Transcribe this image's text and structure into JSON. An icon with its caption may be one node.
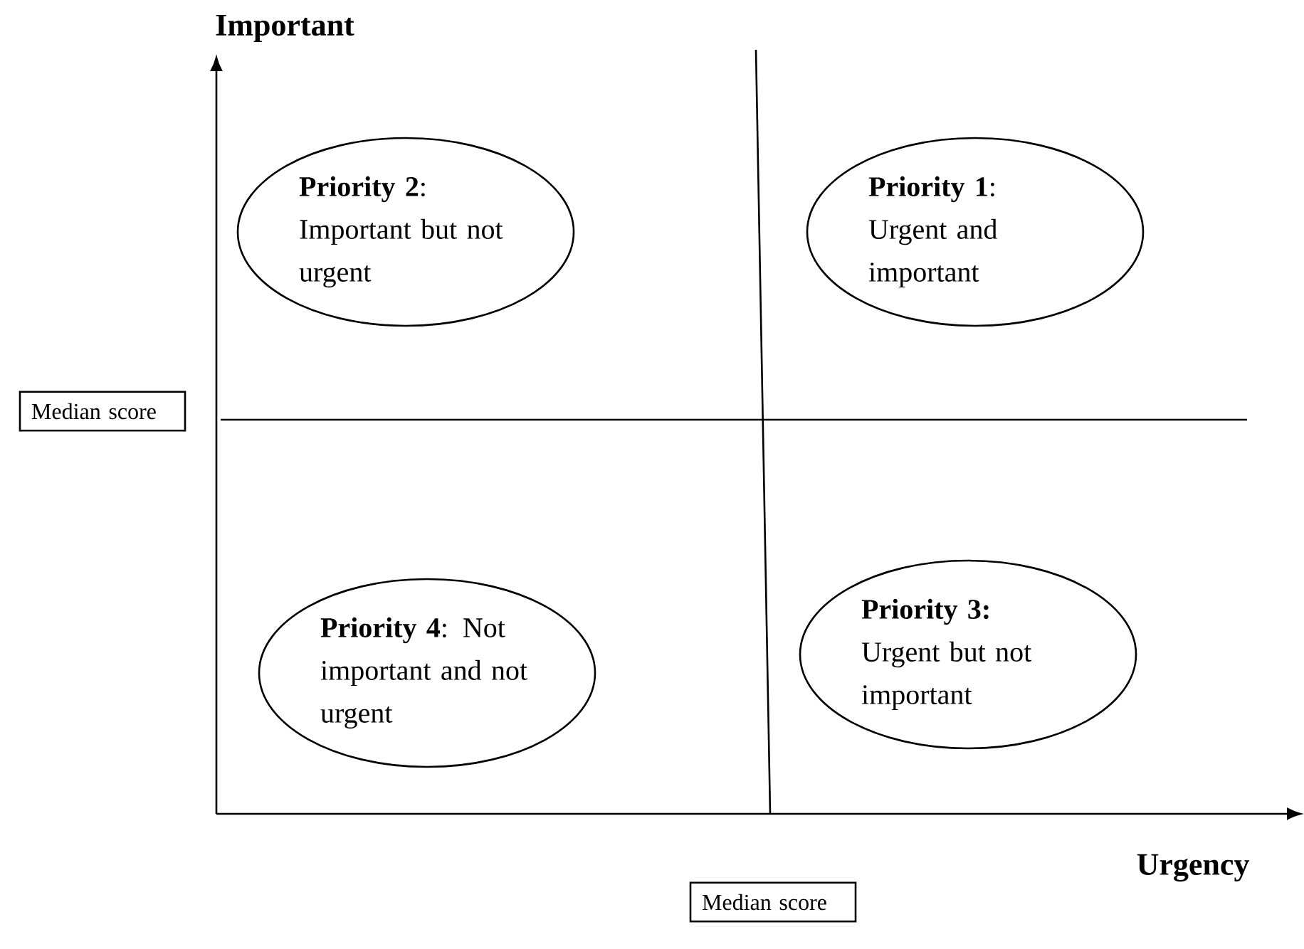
{
  "diagram": {
    "nodes": [
      {
        "text": [
          "**Priority 2**: Important but not urgent"
        ]
      },
      {
        "text": [
          "**Priority 1**: Urgent and important"
        ]
      },
      {
        "text": [
          "Median score"
        ]
      },
      {
        "text": [
          "**Priority 4**: Not important and not urgent"
        ]
      },
      {
        "text": [
          "**Priority 3:** Urgent but not important"
        ]
      },
      {
        "text": [
          "Median score"
        ]
      }
    ],
    "labels": [
      "Important",
      "Urgency"
    ]
  }
}
